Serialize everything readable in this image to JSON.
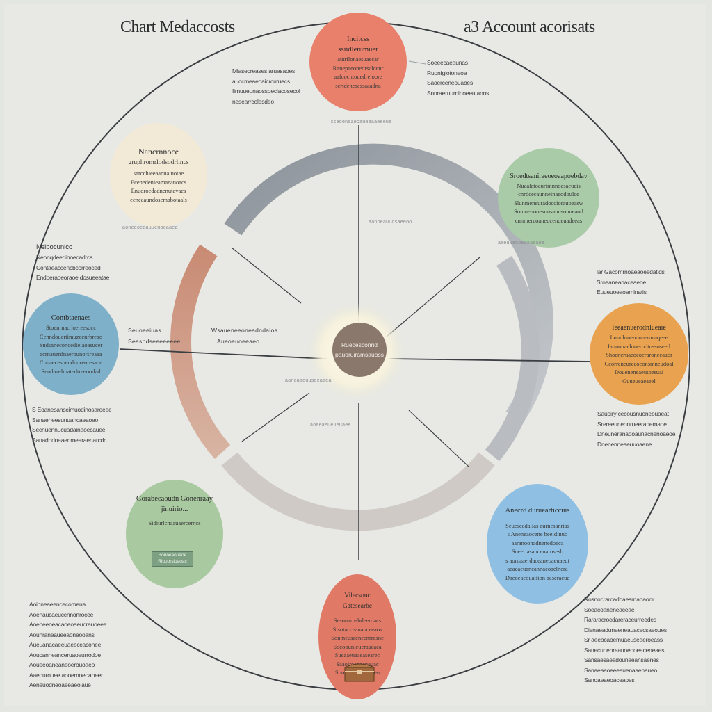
{
  "titles": {
    "left": "Chart Medaccosts",
    "right": "a3 Account acorisats"
  },
  "center": {
    "line1": "Ruecesconrid",
    "line2": "pauoruiramsauoss"
  },
  "colors": {
    "top": "#e8806b",
    "top_left": "#f2ead6",
    "top_right": "#a9cba8",
    "left": "#7fb0c9",
    "right": "#e9a24f",
    "bottom_left": "#a9c9a0",
    "bottom_right": "#8fc0e3",
    "bottom": "#e07a66",
    "ring_gray": "#9aa0a6",
    "ring_rust": "#c98b74",
    "hub": "#8a786d",
    "outer_ring": "#3b3e42"
  },
  "bubbles": {
    "top": {
      "head": "Incitcss ssiidlerumuer",
      "lines": [
        "autrilonaesuaecar",
        "Ranepaeonedrsalcenr",
        "aafcocntouedreloore",
        "scrtdenesessaaadna"
      ]
    },
    "top_left": {
      "head": "Nancrnnoce",
      "lines": [
        "gruphromrlodsodrlincs",
        "sarcclueeaanuaiuotae",
        "Ecenedenieamaeanoacs",
        "Enudroedadnenutavaes",
        "ecneaaundosemabotaals"
      ]
    },
    "top_right": {
      "head": "Sroedtsaniraeoeoaapoebdav",
      "lines": [
        "Nuaalatoaurimnnoesaeueis",
        "cnrdcecaunneinaeodoulce",
        "Slunmeneuradocciorauoeasw",
        "Somneuooesonsaunsonueaod",
        "cnnmercoaneucendeuadeeas"
      ]
    },
    "left": {
      "head": "Contbtaenaes",
      "lines": [
        "Stoenrnac loereesdcc",
        "Cenndouertimuzcenrbreao",
        "Sndsaneconcedteiaoasucer",
        "acrnauerdnaerounorsreaaa",
        "Conaecesoendnoreoresaoe",
        "Seudaaelmatedtreeoodad"
      ]
    },
    "right": {
      "head": "Ieeaenuerodnlueaie",
      "lines": [
        "Lnnulnnenoonemeaqeee",
        "Iaunouaelonerodtossoseed",
        "Shoeneruaeoeoeraroneeaaor",
        "Ceorreneureeoeonsmneudoal",
        "Doueneneaeutoesuai",
        "Guueueaeaeel"
      ]
    },
    "bottom_left": {
      "head": "Gorabecaoudn Gonenraay jinuirio...",
      "lines": [
        "Sidiurlcnaauaercerncs"
      ]
    },
    "bottom_right": {
      "head": "Anecrd duruearticcuis",
      "lines": [
        "Seuescadalias aurnesanrias",
        "s Aneneaocene beeidinuo",
        "aaranoonadnenedoeca",
        "Sneeriasancenarosesb",
        "s aorcaaerdaceaneoaeuaeut",
        "aeaeaeuaneannaeoaelnera",
        "Daeoeaeouatiion aaseraeue"
      ]
    },
    "bottom": {
      "head": "Vilecsonc Gatesearbe",
      "lines": [
        "Sesouarusbdeerdacs",
        "Sisotacceanaoceeaos",
        "Sonmeusaenecnrrcsnc",
        "Socoounieueraacaea",
        "Sueaaeuaaeasearec",
        "Saaoiroaoeeneuac",
        "Soreaandaieauraeu"
      ]
    }
  },
  "mini_box": {
    "line1": "Bouoeaouaoe",
    "line2": "Riuoorsloaoac"
  },
  "notes": {
    "top_left": [
      "Mlasecreases aruesaoes",
      "auccmeaeoaicrcutuecs",
      "Iirnuueunaossoeclacosecol",
      "nesearrcolesdeo"
    ],
    "top_right": [
      "Soeeecaeaunas",
      "Ruonfgiotoneoe",
      "Saoerceneouabes",
      "Snnraeruurninoeeutaons"
    ],
    "mid_left": [
      "Nelbocunico",
      "Neonqdeedinoecadrcs",
      "Contaeaccencbcorreoced",
      "Endperaoeoraoe dosueeatae"
    ],
    "mid_right": [
      "lar Gacomrnoaeaoeedatids",
      "Sroeaneanaceaeoe",
      "Euueuoeaoaminatis"
    ],
    "lower_left": [
      "S Eoanesanscimuodinosaroeec",
      "Sanaeneesunuancaeaoeo",
      "Secnuennucuadainaoecauee",
      "Sanadodoaaenmearaenarcdc"
    ],
    "lower_right": [
      "Sauoiry cecousnuoneouaeat",
      "Srereeuneonrueeranemaoe",
      "Dneuneranaooaunacnenoaeoe",
      "Dnenenneaeuuoaene"
    ],
    "bottom_left": [
      "Aoinneaeencecomeua",
      "Aoenaucaeuccnnonrocee",
      "Aoeneeoeacaoeoaeucrauoeee",
      "Aounraneaueeaoneooans",
      "Aueuanacaeeuaeeccaconee",
      "Aoucanneanceruaoeurrodoe",
      "Aoueeoaneaneoerouoaeo",
      "Aaeourouee aooemoeoaneer",
      "Aeneuodneoaeeaeoiaue"
    ],
    "bottom_right": [
      "Rosnocrarcadoaesrnaoaoor",
      "Soeacoaneneaceae",
      "Rararacrocdareraceurreedes",
      "Dienaeadunaeneauacecsaeoues",
      "Sr aeeocaoemuaeuseaeroeass",
      "Sanecunenreauoeooeaceneaes",
      "Sansaesaeadouneeansaenes",
      "Sanaeaaoeeeauenaaenaueo",
      "Sanoaeaeoaceaoes"
    ]
  },
  "faint_labels": {
    "under_top": "ssaoenaaeoaueeaaeeeue",
    "ring_top": "aanoeauuosaeeoo",
    "left_mid_a": "Seuoeeiuas",
    "left_mid_b": "Seasndseeeeeeee",
    "inner_left_a": "Wsaueneeoneadndaioa",
    "inner_left_b": "Aueoeuoeeaeo",
    "ring_left": "aoneeoeeauuenoeaaea",
    "center_low": "aanoaaeuuseeaaea",
    "ring_bottom": "aoeeaeueueuaee",
    "ring_right": "aaeuuenoeaoaeaea"
  }
}
